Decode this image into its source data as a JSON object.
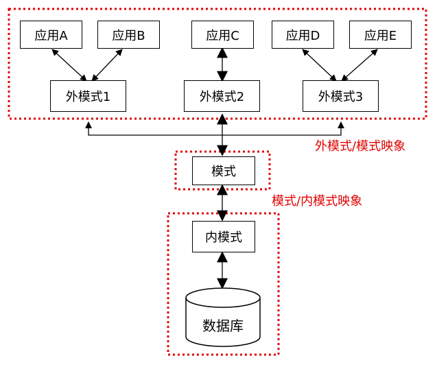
{
  "apps": {
    "a": "应用A",
    "b": "应用B",
    "c": "应用C",
    "d": "应用D",
    "e": "应用E"
  },
  "external_schemas": {
    "s1": "外模式1",
    "s2": "外模式2",
    "s3": "外模式3"
  },
  "schema": "模式",
  "internal_schema": "内模式",
  "database": "数据库",
  "mappings": {
    "external_schema": "外模式/模式映象",
    "schema_internal": "模式/内模式映象"
  },
  "colors": {
    "dotted_border": "#e00000",
    "mapping_text": "#e00000",
    "lines": "#000000"
  }
}
